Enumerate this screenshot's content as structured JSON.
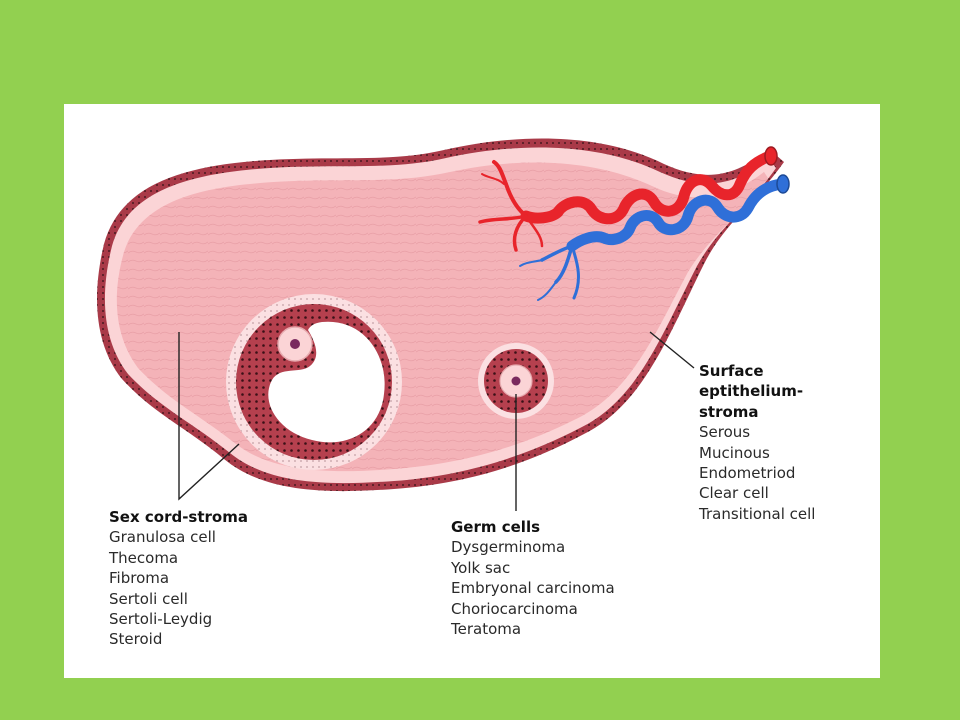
{
  "page": {
    "background_color": "#92d050",
    "panel_color": "#ffffff"
  },
  "colors": {
    "ovary_fill": "#f4b3b8",
    "ovary_border": "#a93a48",
    "capsule_layer": "#fbd4d6",
    "follicle_wall": "#b5404e",
    "artery": "#e8242b",
    "vein": "#2f6fd8",
    "leader_line": "#222222"
  },
  "labels": {
    "sex_cord": {
      "title": "Sex cord-stroma",
      "items": [
        "Granulosa cell",
        "Thecoma",
        "Fibroma",
        "Sertoli cell",
        "Sertoli-Leydig",
        "Steroid"
      ]
    },
    "germ": {
      "title": "Germ cells",
      "items": [
        "Dysgerminoma",
        "Yolk sac",
        "Embryonal carcinoma",
        "Choriocarcinoma",
        "Teratoma"
      ]
    },
    "surface": {
      "title_lines": [
        "Surface",
        "eptithelium-",
        "stroma"
      ],
      "items": [
        "Serous",
        "Mucinous",
        "Endometriod",
        "Clear cell",
        "Transitional cell"
      ]
    }
  }
}
